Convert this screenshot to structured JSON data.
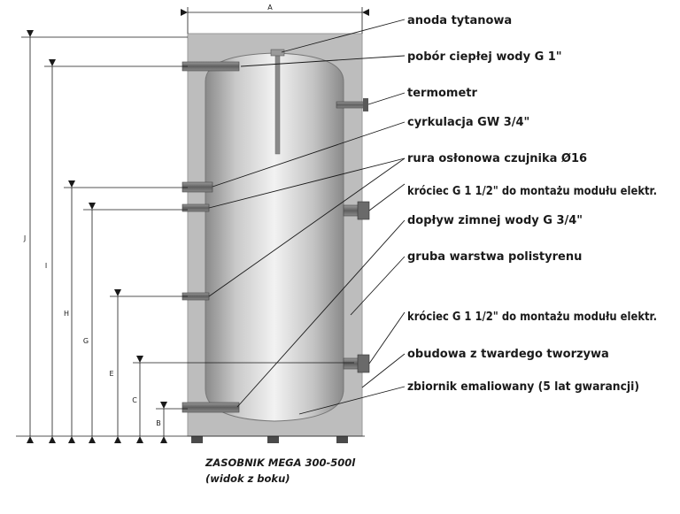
{
  "labels": {
    "anode": "anoda tytanowa",
    "hot_water": "pobór ciepłej wody G 1\"",
    "thermometer": "termometr",
    "circulation": "cyrkulacja GW 3/4\"",
    "sensor_tube": "rura osłonowa czujnika Ø16",
    "connector_upper": "króciec G 1 1/2\" do montażu modułu elektr.",
    "cold_water": "dopływ zimnej wody G 3/4\"",
    "insulation": "gruba warstwa polistyrenu",
    "connector_lower": "króciec G 1 1/2\" do montażu modułu elektr.",
    "casing": "obudowa z twardego tworzywa",
    "tank": "zbiornik emaliowany (5 lat gwarancji)"
  },
  "dimensions": {
    "A": "A",
    "J": "J",
    "I": "I",
    "H": "H",
    "G": "G",
    "E": "E",
    "C": "C",
    "B": "B"
  },
  "caption": {
    "line1": "ZASOBNIK MEGA 300-500l",
    "line2": "(widok z boku)"
  },
  "colors": {
    "casing": "#bdbdbd",
    "tank_dark": "#8f8f8f",
    "tank_light": "#ececec",
    "pipe": "#7a7a7a",
    "line": "#1a1a1a"
  }
}
